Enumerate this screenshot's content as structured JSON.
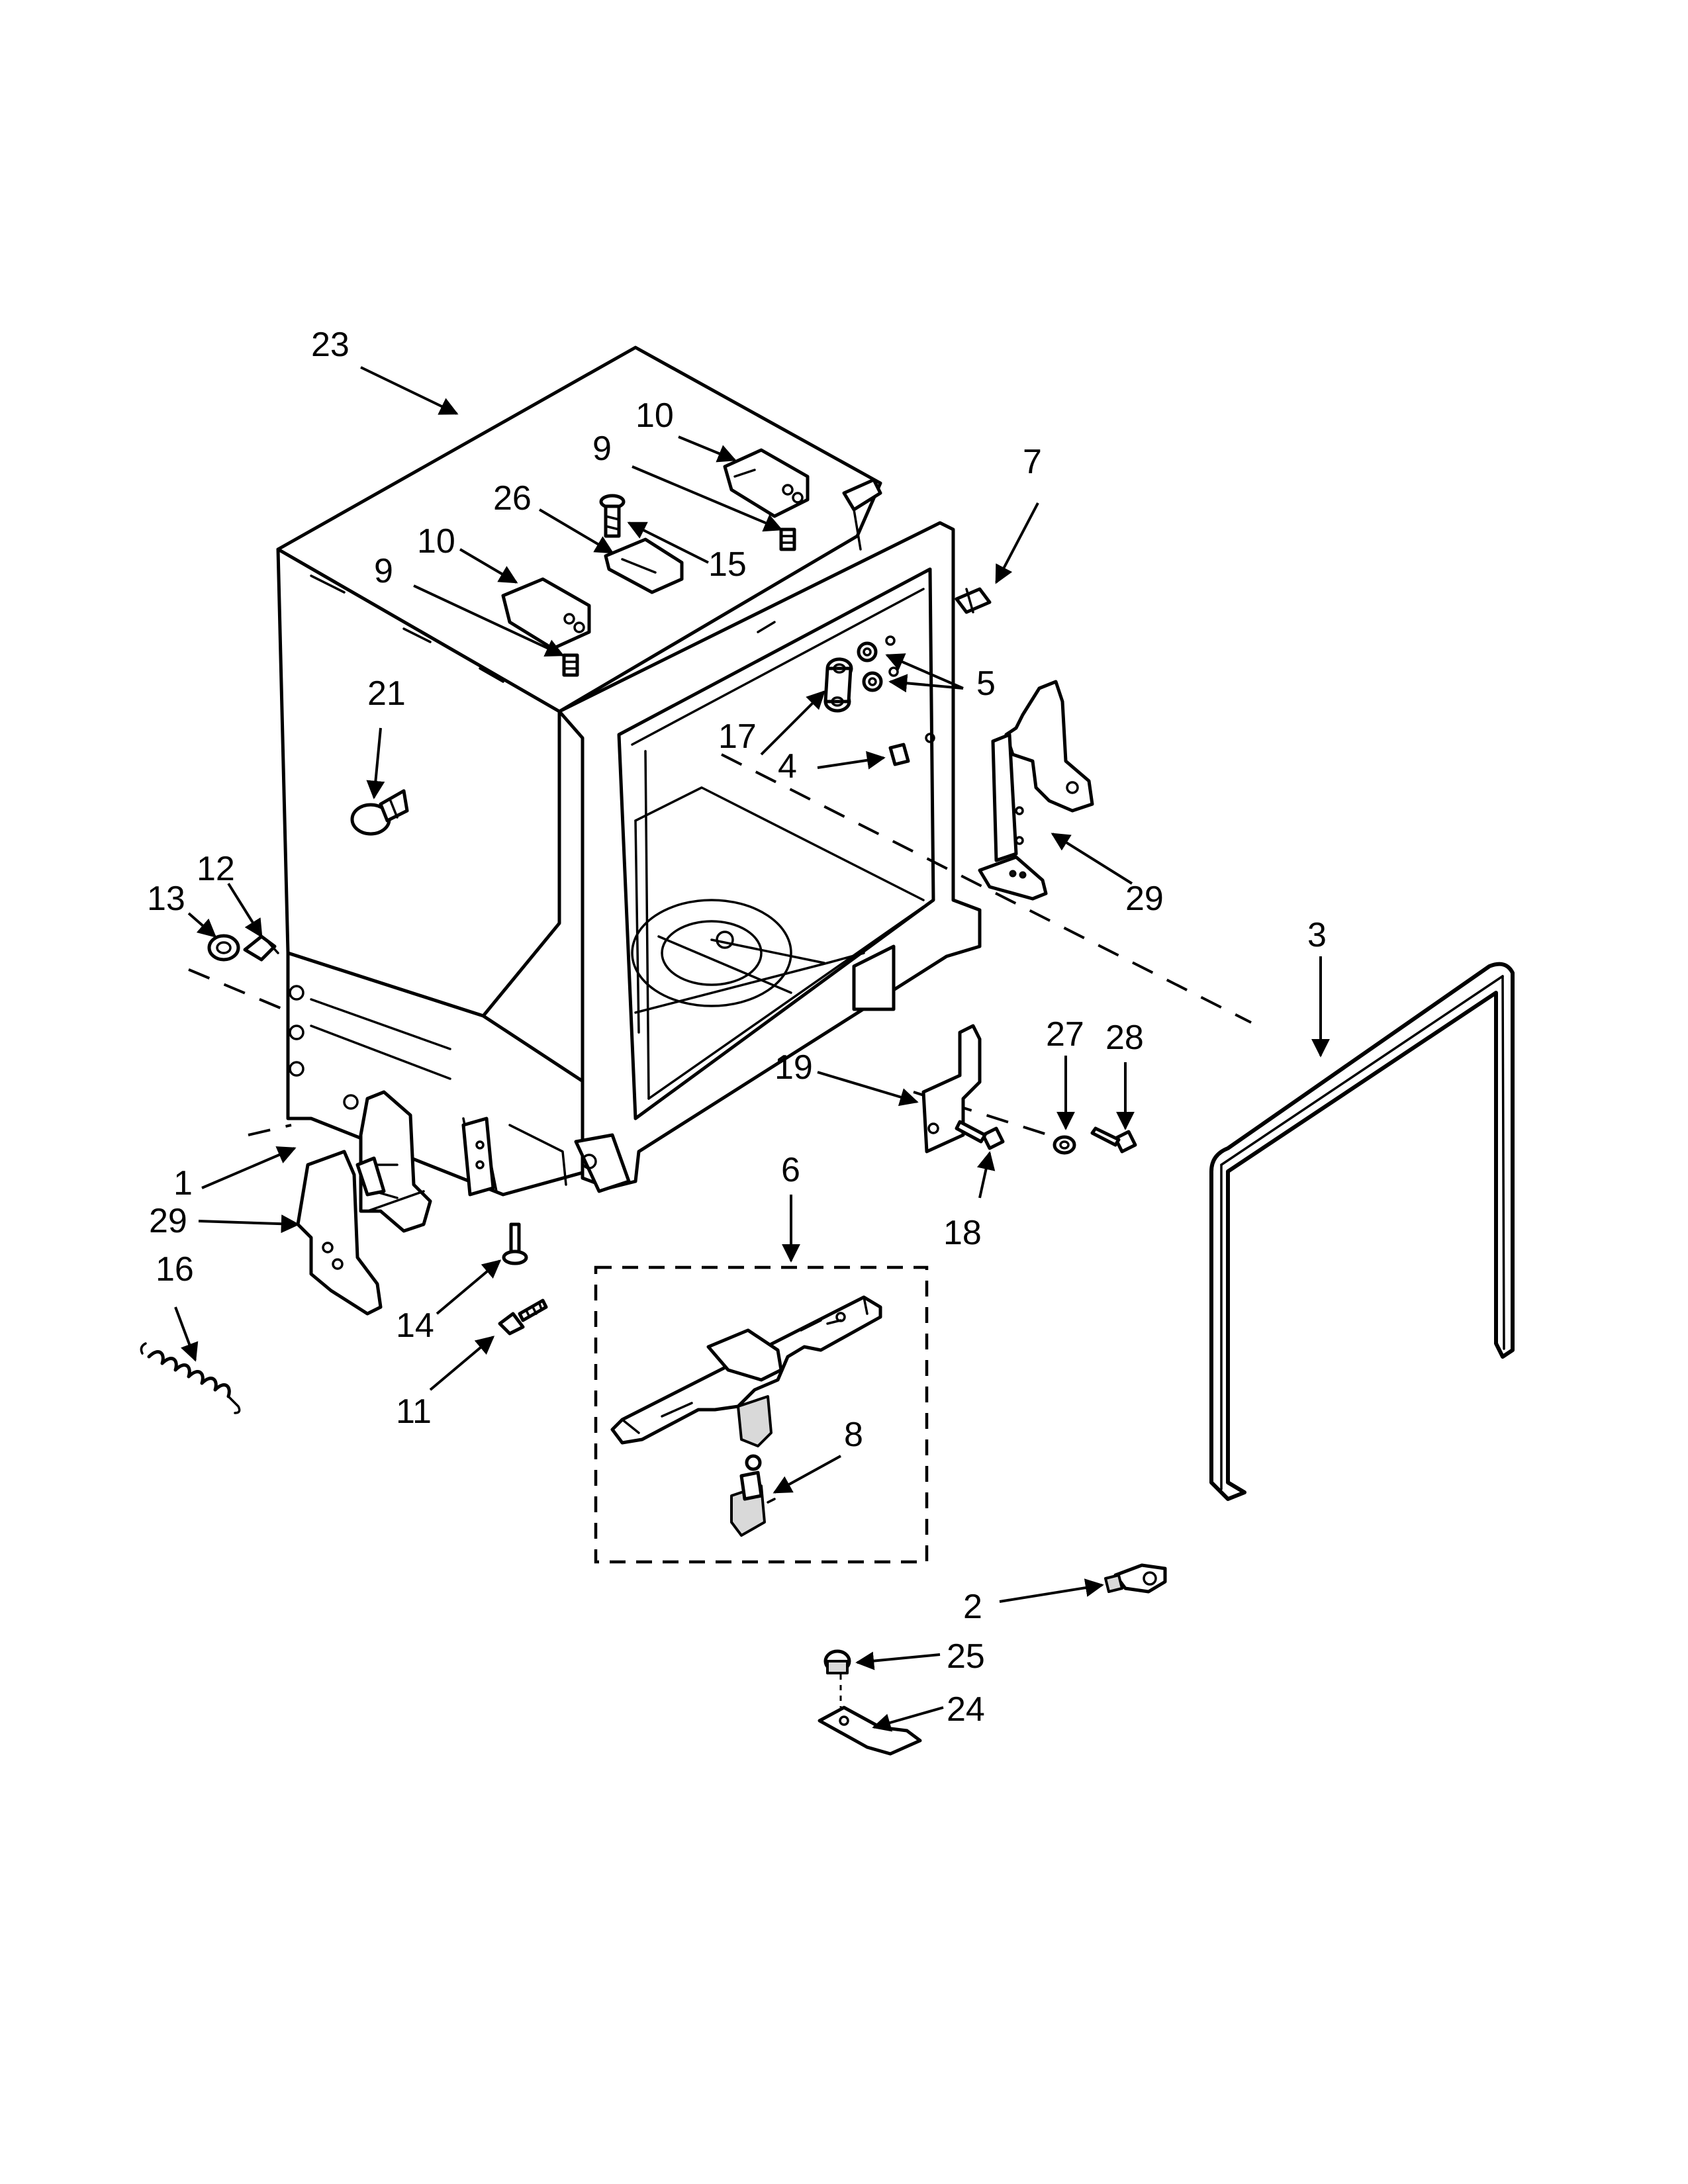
{
  "callouts": [
    "1",
    "2",
    "3",
    "4",
    "5",
    "6",
    "7",
    "8",
    "9",
    "9",
    "10",
    "10",
    "11",
    "12",
    "13",
    "14",
    "15",
    "16",
    "17",
    "18",
    "19",
    "21",
    "23",
    "24",
    "25",
    "26",
    "27",
    "28",
    "29",
    "29"
  ]
}
